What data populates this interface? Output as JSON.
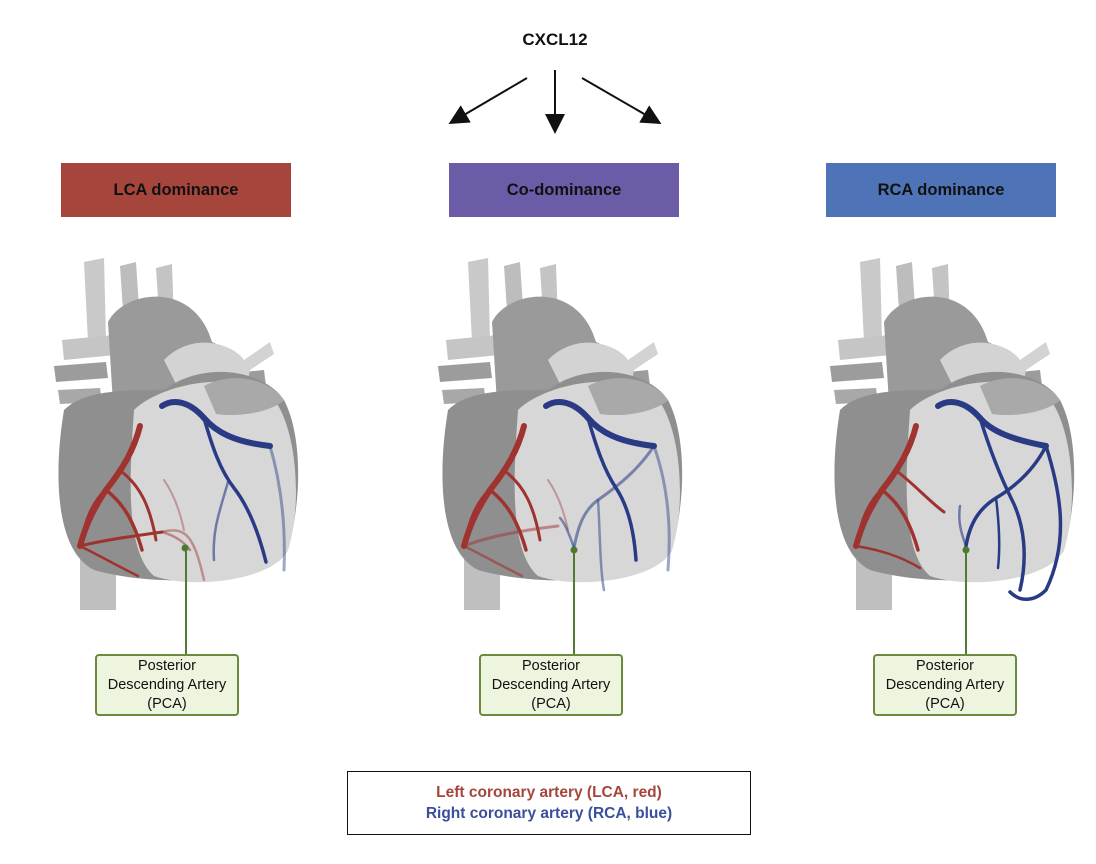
{
  "top": {
    "label": "CXCL12"
  },
  "panels": [
    {
      "title": "LCA dominance",
      "color": "#a6453c",
      "pca_label": "Posterior Descending Artery (PCA)"
    },
    {
      "title": "Co-dominance",
      "color": "#6c5ba6",
      "pca_label": "Posterior Descending Artery (PCA)"
    },
    {
      "title": "RCA dominance",
      "color": "#4e73b6",
      "pca_label": "Posterior Descending Artery (PCA)"
    }
  ],
  "legend": {
    "lca": "Left coronary artery (LCA, red)",
    "rca": "Right coronary artery (RCA, blue)"
  },
  "colors": {
    "lca_vessel": "#9e3330",
    "rca_vessel": "#2a3b85",
    "pca_box_border": "#6a8b3d",
    "pca_box_fill": "#eef5df"
  }
}
